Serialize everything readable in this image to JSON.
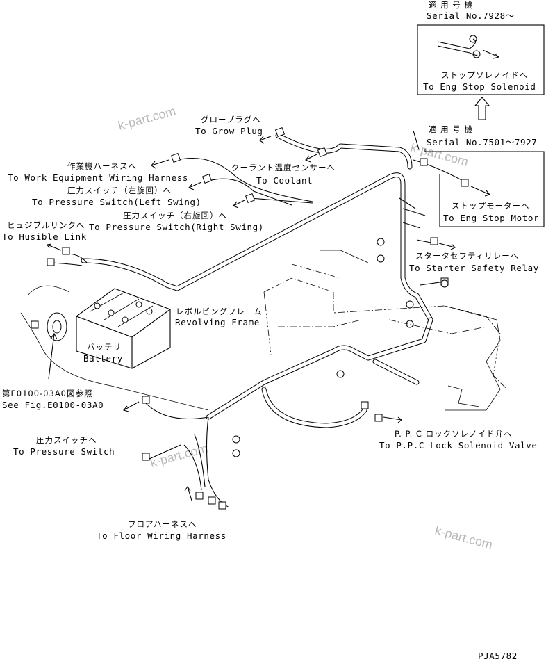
{
  "labels": {
    "applicable_model_top_jp": "適 用 号 機",
    "serial_top": "Serial No.7928～",
    "stop_solenoid_jp": "ストップソレノイドへ",
    "stop_solenoid_en": "To Eng Stop Solenoid",
    "applicable_model_mid_jp": "適 用 号 機",
    "serial_mid": "Serial No.7501～7927",
    "stop_motor_jp": "ストップモーターへ",
    "stop_motor_en": "To Eng Stop Motor",
    "glow_plug_jp": "グロープラグへ",
    "glow_plug_en": "To Grow Plug",
    "coolant_jp": "クーラント温度センサーへ",
    "coolant_en": "To Coolant",
    "work_harness_jp": "作業機ハーネスへ",
    "work_harness_en": "To Work Equipment Wiring Harness",
    "pressure_left_jp": "圧力スイッチ（左旋回）へ",
    "pressure_left_en": "To Pressure Switch(Left Swing)",
    "pressure_right_jp": "圧力スイッチ（右旋回）へ",
    "pressure_right_en": "To Pressure Switch(Right Swing)",
    "fusible_jp": "ヒュジブルリンクへ",
    "fusible_en": "To Husible Link",
    "starter_relay_jp": "スタータセフティリレーへ",
    "starter_relay_en": "To Starter Safety Relay",
    "revolving_frame_jp": "レボルビングフレーム",
    "revolving_frame_en": "Revolving Frame",
    "battery_jp": "バッテリ",
    "battery_en": "Battery",
    "see_fig_jp": "第E0100-03A0図参照",
    "see_fig_en": "See Fig.E0100-03A0",
    "pressure_switch_jp": "圧力スイッチへ",
    "pressure_switch_en": "To Pressure Switch",
    "ppc_jp": "P. P. C ロックソレノイド弁へ",
    "ppc_en": "To P.P.C Lock Solenoid Valve",
    "floor_harness_jp": "フロアハーネスへ",
    "floor_harness_en": "To Floor Wiring Harness",
    "drawing_code": "PJA5782"
  },
  "watermarks": [
    "k-part.com",
    "k-part.com",
    "k-part.com",
    "k-part.com"
  ]
}
